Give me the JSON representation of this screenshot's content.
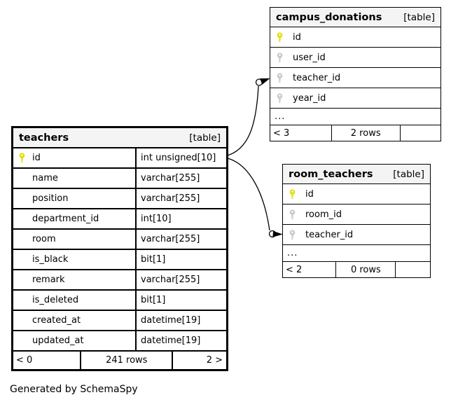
{
  "diagram": {
    "generated_by": "Generated by SchemaSpy"
  },
  "colors": {
    "header_bg": "#f4f4f4",
    "border": "#000000",
    "pk_key": "#e0e000",
    "fk_key": "#c9c9c9"
  },
  "icons": {
    "pk": "primary-key-icon",
    "fk": "foreign-key-icon"
  },
  "tables": {
    "teachers": {
      "name": "teachers",
      "type_label": "[table]",
      "has_types": true,
      "columns": [
        {
          "name": "id",
          "type": "int unsigned[10]",
          "key": "pk"
        },
        {
          "name": "name",
          "type": "varchar[255]"
        },
        {
          "name": "position",
          "type": "varchar[255]"
        },
        {
          "name": "department_id",
          "type": "int[10]"
        },
        {
          "name": "room",
          "type": "varchar[255]"
        },
        {
          "name": "is_black",
          "type": "bit[1]"
        },
        {
          "name": "remark",
          "type": "varchar[255]"
        },
        {
          "name": "is_deleted",
          "type": "bit[1]"
        },
        {
          "name": "created_at",
          "type": "datetime[19]"
        },
        {
          "name": "updated_at",
          "type": "datetime[19]"
        }
      ],
      "footer": {
        "left": "< 0",
        "center": "241 rows",
        "right": "2 >"
      }
    },
    "campus_donations": {
      "name": "campus_donations",
      "type_label": "[table]",
      "has_types": false,
      "columns": [
        {
          "name": "id",
          "key": "pk"
        },
        {
          "name": "user_id",
          "key": "fk"
        },
        {
          "name": "teacher_id",
          "key": "fk"
        },
        {
          "name": "year_id",
          "key": "fk"
        }
      ],
      "ellipsis": "...",
      "footer": {
        "left": "< 3",
        "center": "2 rows",
        "right": ""
      }
    },
    "room_teachers": {
      "name": "room_teachers",
      "type_label": "[table]",
      "has_types": false,
      "columns": [
        {
          "name": "id",
          "key": "pk"
        },
        {
          "name": "room_id",
          "key": "fk"
        },
        {
          "name": "teacher_id",
          "key": "fk"
        }
      ],
      "ellipsis": "...",
      "footer": {
        "left": "< 2",
        "center": "0 rows",
        "right": ""
      }
    }
  },
  "relationships": [
    {
      "from": "teachers.id",
      "to": "campus_donations.teacher_id"
    },
    {
      "from": "teachers.id",
      "to": "room_teachers.teacher_id"
    }
  ]
}
